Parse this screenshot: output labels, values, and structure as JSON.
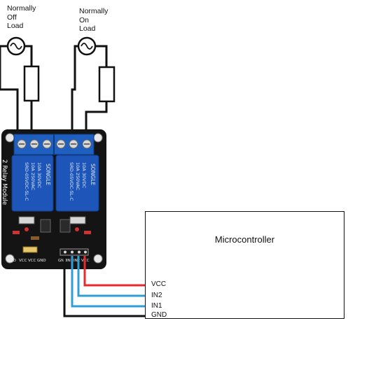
{
  "loads": {
    "nc_label": "Normally\nOff\nLoad",
    "no_label": "Normally\nOn\nLoad"
  },
  "module": {
    "side_label": "2 Relay Module",
    "relay_marking_lines": [
      "SRD-05VDC-SL-C",
      "10A 250VAC",
      "10A 30VDC"
    ],
    "relay_brand": "SONGLE",
    "input_pins": [
      "GND",
      "IN1",
      "IN2",
      "VCC"
    ],
    "jumper_pins": [
      "JD",
      "VCC",
      "VCC",
      "GND"
    ]
  },
  "microcontroller": {
    "title": "Microcontroller",
    "pins": [
      "VCC",
      "IN2",
      "IN1",
      "GND"
    ]
  },
  "wire_colors": {
    "vcc": "#e8292e",
    "signal": "#2f9ed8",
    "gnd": "#111111",
    "board": "#141414",
    "relay": "#1d55b8"
  }
}
